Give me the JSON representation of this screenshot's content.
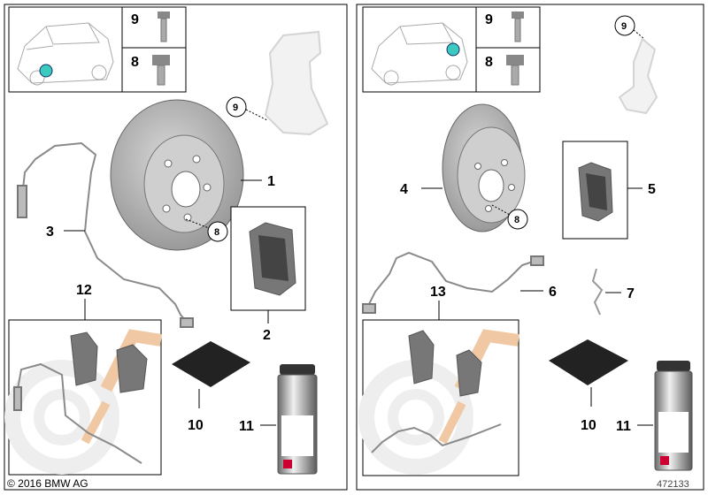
{
  "labels": {
    "l1": "1",
    "l2": "2",
    "l3": "3",
    "l4": "4",
    "l5": "5",
    "l6": "6",
    "l7": "7",
    "l8": "8",
    "l9": "9",
    "l10": "10",
    "l11": "11",
    "l12": "12",
    "l13": "13"
  },
  "footer": {
    "copyright": "© 2016 BMW AG",
    "image_number": "472133"
  },
  "colors": {
    "locator": "#3cc9c0",
    "accent": "#f0c9a4",
    "part": "#8e8e8e"
  }
}
